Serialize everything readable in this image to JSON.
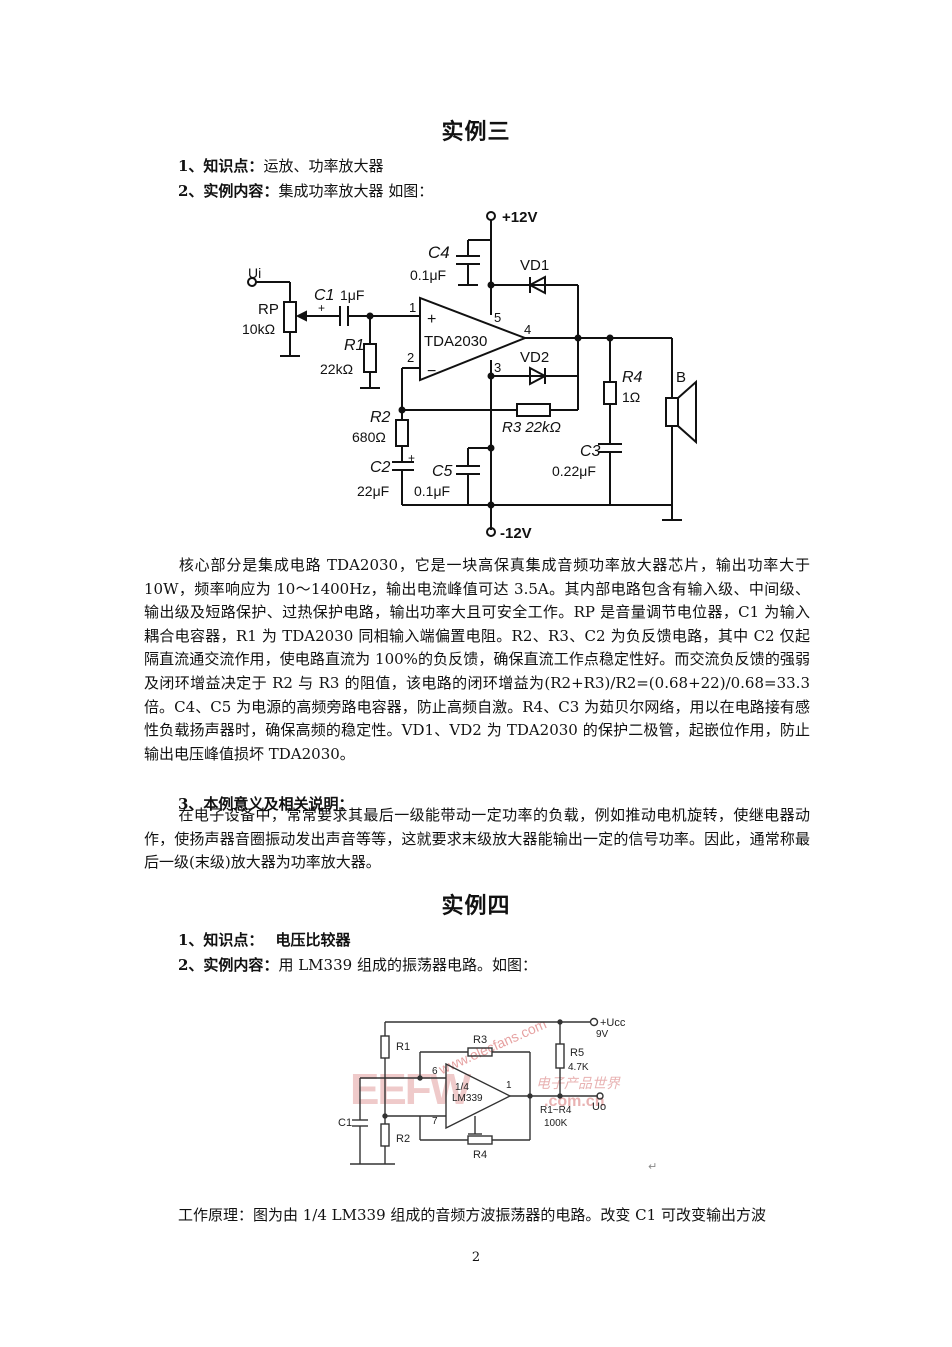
{
  "section3": {
    "title": "实例三",
    "kp_label": "1、知识点：",
    "kp_text": "运放、功率放大器",
    "content_label": "2、实例内容：",
    "content_text": "集成功率放大器 如图：",
    "circuit": {
      "vplus": "+12V",
      "vminus": "-12V",
      "c4": "C4",
      "c4v": "0.1μF",
      "vd1": "VD1",
      "vd2": "VD2",
      "ui": "Ui",
      "rp": "RP",
      "rpv": "10kΩ",
      "c1": "C1",
      "c1v": "1μF",
      "r1": "R1",
      "r1v": "22kΩ",
      "chip": "TDA2030",
      "pin1": "1",
      "pin2": "2",
      "pin3": "3",
      "pin4": "4",
      "pin5": "5",
      "plus": "+",
      "minus": "−",
      "r4": "R4",
      "r4v": "1Ω",
      "b": "B",
      "r2": "R2",
      "r2v": "680Ω",
      "r3": "R3 22kΩ",
      "c3": "C3",
      "c3v": "0.22μF",
      "c2": "C2",
      "c2v": "22μF",
      "c5": "C5",
      "c5v": "0.1μF"
    },
    "para1": "核心部分是集成电路 TDA2030，它是一块高保真集成音频功率放大器芯片，输出功率大于 10W，频率响应为 10～1400Hz，输出电流峰值可达 3.5A。其内部电路包含有输入级、中间级、输出级及短路保护、过热保护电路，输出功率大且可安全工作。RP 是音量调节电位器，C1 为输入耦合电容器，R1 为 TDA2030 同相输入端偏置电阻。R2、R3、C2 为负反馈电路，其中 C2 仅起隔直流通交流作用，使电路直流为 100%的负反馈，确保直流工作点稳定性好。而交流负反馈的强弱及闭环增益决定于 R2 与 R3 的阻值，该电路的闭环增益为(R2+R3)/R2=(0.68+22)/0.68=33.3 倍。C4、C5 为电源的高频旁路电容器，防止高频自激。R4、C3 为茹贝尔网络，用以在电路接有感性负载扬声器时，确保高频的稳定性。VD1、VD2 为 TDA2030 的保护二极管，起嵌位作用，防止输出电压峰值损坏 TDA2030。",
    "sub3": "3、本例意义及相关说明：",
    "para2": "在电子设备中，常常要求其最后一级能带动一定功率的负载，例如推动电机旋转，使继电器动作，使扬声器音圈振动发出声音等等，这就要求末级放大器能输出一定的信号功率。因此，通常称最后一级(末级)放大器为功率放大器。"
  },
  "section4": {
    "title": "实例四",
    "kp_label": "1、知识点：",
    "kp_text": "电压比较器",
    "content_label": "2、实例内容：",
    "content_text": "用 LM339 组成的振荡器电路。如图：",
    "circuit": {
      "ucc": "+Ucc",
      "v9": "9V",
      "r1": "R1",
      "r2": "R2",
      "r3": "R3",
      "r4": "R4",
      "r5": "R5",
      "r5v": "4.7K",
      "c1": "C1",
      "chip1": "1/4",
      "chip2": "LM339",
      "pin6": "6",
      "pin7": "7",
      "pin1": "1",
      "rr": "R1~R4",
      "rrv": "100K",
      "uo": "Uo",
      "wm_url": "www.elecfans.com",
      "wm_logo": "EEFW",
      "wm_cn": "电子产品世界",
      "wm_domain": ".com.cn",
      "return_mark": "↵"
    },
    "para1": "工作原理：图为由 1/4 LM339 组成的音频方波振荡器的电路。改变 C1 可改变输出方波"
  },
  "page_number": "2"
}
